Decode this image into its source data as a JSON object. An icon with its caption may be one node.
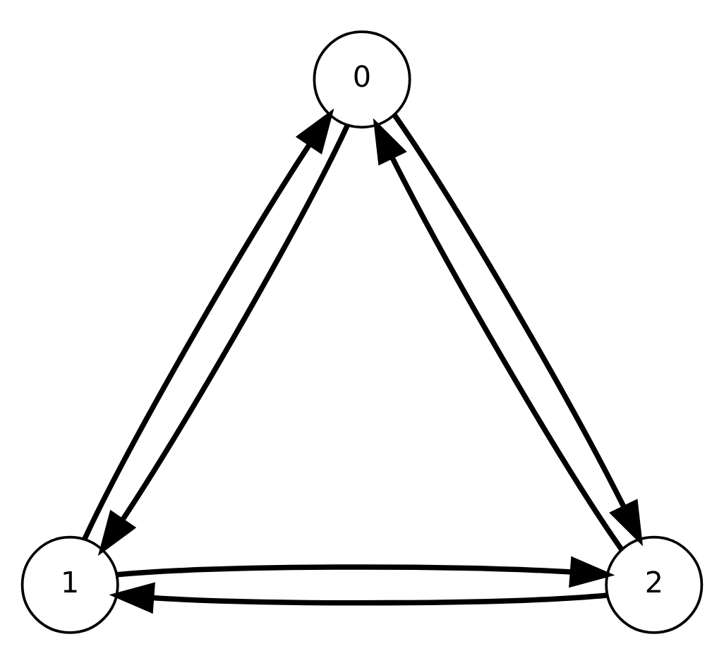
{
  "diagram": {
    "nodes": [
      {
        "text": [
          "0"
        ]
      },
      {
        "text": [
          "1"
        ]
      },
      {
        "text": [
          "2"
        ]
      }
    ],
    "edges": [
      {
        "from": 0,
        "to": 1,
        "arrow": "to"
      },
      {
        "from": 0,
        "to": 2,
        "arrow": "to"
      },
      {
        "from": 1,
        "to": 0,
        "arrow": "to"
      },
      {
        "from": 1,
        "to": 2,
        "arrow": "to"
      },
      {
        "from": 2,
        "to": 0,
        "arrow": "to"
      },
      {
        "from": 2,
        "to": 1,
        "arrow": "to"
      }
    ]
  }
}
